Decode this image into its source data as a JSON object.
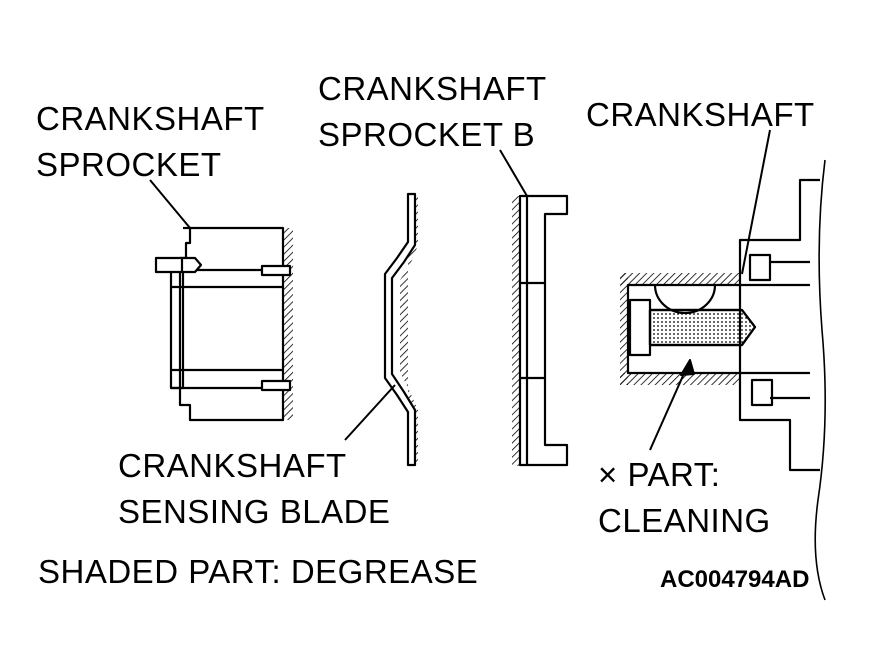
{
  "labels": {
    "crankshaft_sprocket": [
      "CRANKSHAFT",
      "SPROCKET"
    ],
    "crankshaft_sprocket_b": [
      "CRANKSHAFT",
      "SPROCKET B"
    ],
    "crankshaft": "CRANKSHAFT",
    "sensing_blade": [
      "CRANKSHAFT",
      "SENSING BLADE"
    ],
    "cleaning": [
      "× PART:",
      "CLEANING"
    ],
    "shaded_note": "SHADED PART: DEGREASE",
    "figure_code": "AC004794AD"
  }
}
